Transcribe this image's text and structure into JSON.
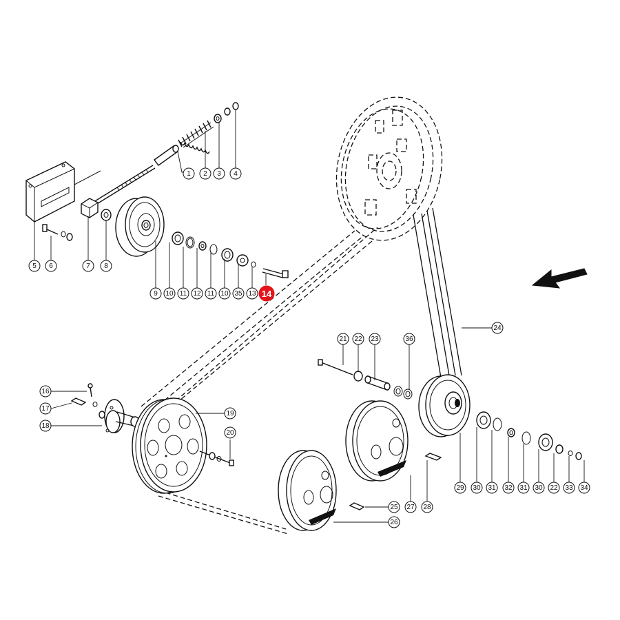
{
  "callouts": [
    {
      "label": "1"
    },
    {
      "label": "2"
    },
    {
      "label": "3"
    },
    {
      "label": "4"
    },
    {
      "label": "5"
    },
    {
      "label": "6"
    },
    {
      "label": "7"
    },
    {
      "label": "8"
    },
    {
      "label": "9"
    },
    {
      "label": "10"
    },
    {
      "label": "11"
    },
    {
      "label": "12"
    },
    {
      "label": "11"
    },
    {
      "label": "10"
    },
    {
      "label": "35"
    },
    {
      "label": "13"
    },
    {
      "label": "14",
      "highlighted": true
    },
    {
      "label": "16"
    },
    {
      "label": "17"
    },
    {
      "label": "18"
    },
    {
      "label": "19"
    },
    {
      "label": "20"
    },
    {
      "label": "21"
    },
    {
      "label": "22"
    },
    {
      "label": "23"
    },
    {
      "label": "36"
    },
    {
      "label": "24"
    },
    {
      "label": "25"
    },
    {
      "label": "26"
    },
    {
      "label": "27"
    },
    {
      "label": "28"
    },
    {
      "label": "29"
    },
    {
      "label": "30"
    },
    {
      "label": "31"
    },
    {
      "label": "32"
    },
    {
      "label": "31"
    },
    {
      "label": "30"
    },
    {
      "label": "22"
    },
    {
      "label": "33"
    },
    {
      "label": "34"
    }
  ],
  "colors": {
    "highlight": "#e4141a",
    "line": "#111111",
    "background": "#ffffff"
  }
}
